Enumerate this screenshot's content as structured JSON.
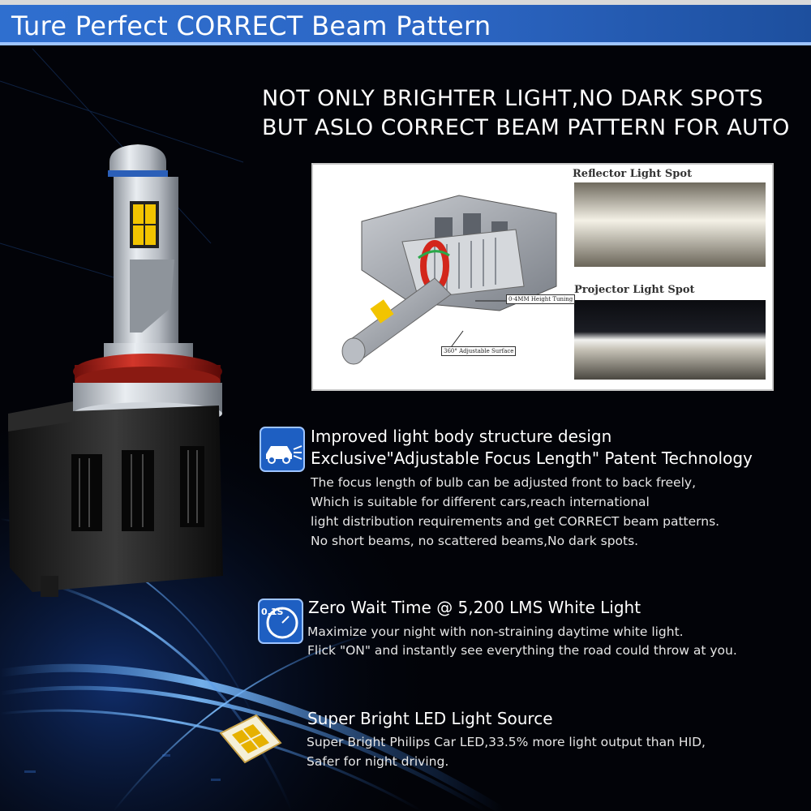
{
  "banner": {
    "title": "Ture Perfect CORRECT Beam Pattern"
  },
  "headline": {
    "line1": "NOT ONLY BRIGHTER LIGHT,NO DARK SPOTS",
    "line2": "BUT ASLO CORRECT BEAM PATTERN FOR AUTO"
  },
  "diagram": {
    "reflector_label": "Reflector Light Spot",
    "projector_label": "Projector Light Spot",
    "height_tuning_label": "0-4MM Height Tuning",
    "adjustable_surface_label": "360° Adjustable Surface"
  },
  "features": [
    {
      "icon": "car-headlight-icon",
      "title_line1": "Improved light body structure design",
      "title_line2": "Exclusive\"Adjustable Focus Length\" Patent Technology",
      "body": [
        "The focus length of bulb can be adjusted front to back freely,",
        "Which is suitable for different cars,reach international",
        "light distribution requirements and get CORRECT beam patterns.",
        "No short beams, no scattered beams,No dark spots."
      ]
    },
    {
      "icon": "stopwatch-icon",
      "icon_text": "0.1S",
      "title_line1": "Zero Wait Time @ 5,200 LMS White Light",
      "body": [
        "Maximize your night with non-straining daytime white light.",
        "Flick \"ON\" and instantly see everything the road could throw at you."
      ]
    },
    {
      "icon": "led-chip-icon",
      "title_line1": "Super Bright LED Light Source",
      "body": [
        "Super Bright Philips Car LED,33.5% more light output than HID,",
        "Safer for night driving."
      ]
    }
  ],
  "colors": {
    "banner_blue": "#2c66c4",
    "accent_light_blue": "#9ec4ff",
    "led_yellow": "#f2c400",
    "socket_red": "#b8231a"
  }
}
